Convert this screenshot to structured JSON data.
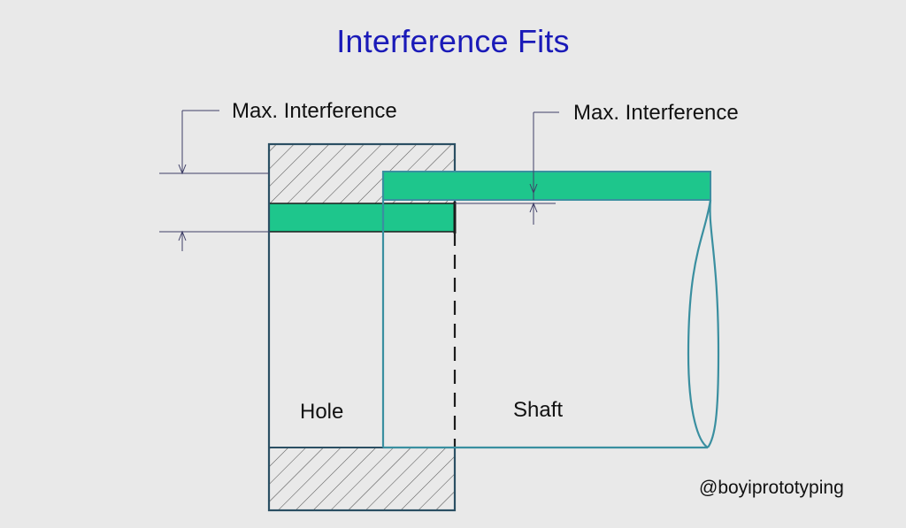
{
  "title": "Interference Fits",
  "labels": {
    "max_interference_left": "Max. Interference",
    "max_interference_right": "Max. Interference",
    "hole": "Hole",
    "shaft": "Shaft"
  },
  "watermark": "@boyiprototyping",
  "colors": {
    "title": "#1a1ab8",
    "tolerance_band": "#1ec68c",
    "hole_outline": "#2b4f63",
    "shaft_outline": "#3a8fa0",
    "dimension_line": "#404068",
    "background": "#e9e9e9"
  }
}
